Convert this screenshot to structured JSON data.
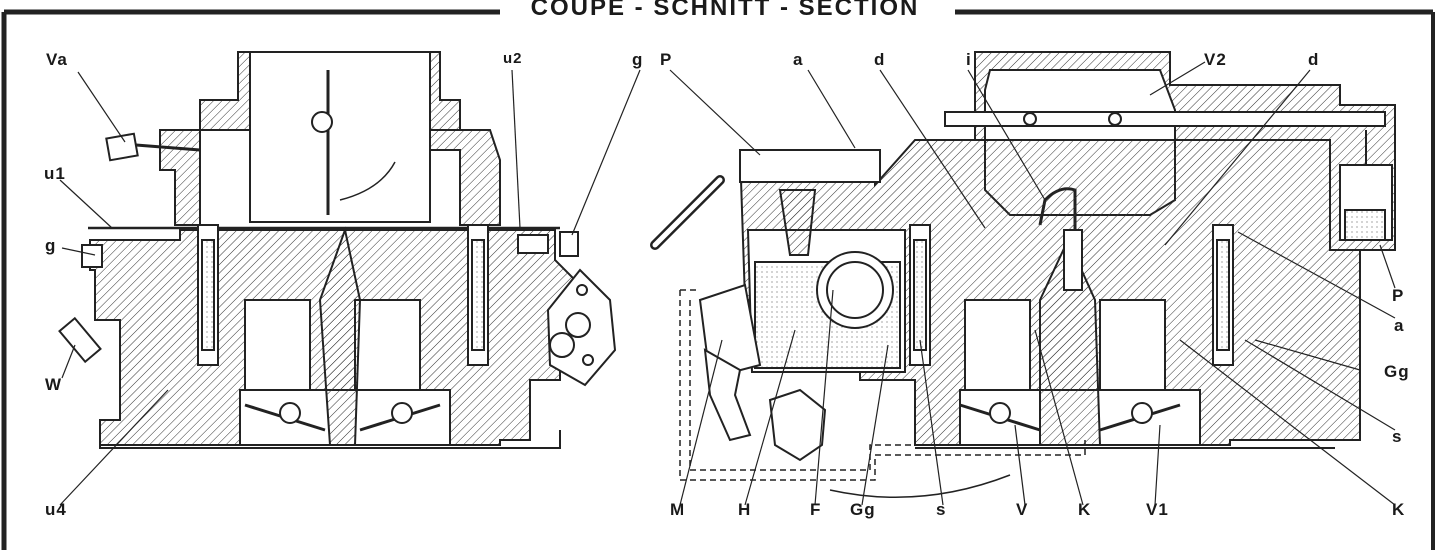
{
  "title": "COUPE - SCHNITT - SECTION",
  "labels": {
    "Va": "Va",
    "u1": "u1",
    "g_left": "g",
    "W": "W",
    "u4": "u4",
    "u2": "u2",
    "g_top": "g",
    "P_top": "P",
    "a_top": "a",
    "d_left": "d",
    "i": "i",
    "V2": "V2",
    "d_right": "d",
    "P_right": "P",
    "a_right": "a",
    "Gg_right": "Gg",
    "s_right": "s",
    "K_right": "K",
    "M": "M",
    "H": "H",
    "F": "F",
    "Gg_bottom": "Gg",
    "s_bottom": "s",
    "V": "V",
    "K_bottom": "K",
    "V1": "V1"
  }
}
